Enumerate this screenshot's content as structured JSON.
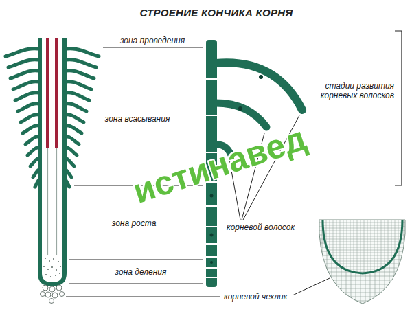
{
  "diagram": {
    "title": "СТРОЕНИЕ КОНЧИКА КОРНЯ",
    "labels": [
      "зона проведения",
      "зона всасывания",
      "зона роста",
      "зона деления",
      "корневой волосок",
      "корневой чехлик",
      "стадии развития корневых волосков",
      "истинавед"
    ]
  }
}
